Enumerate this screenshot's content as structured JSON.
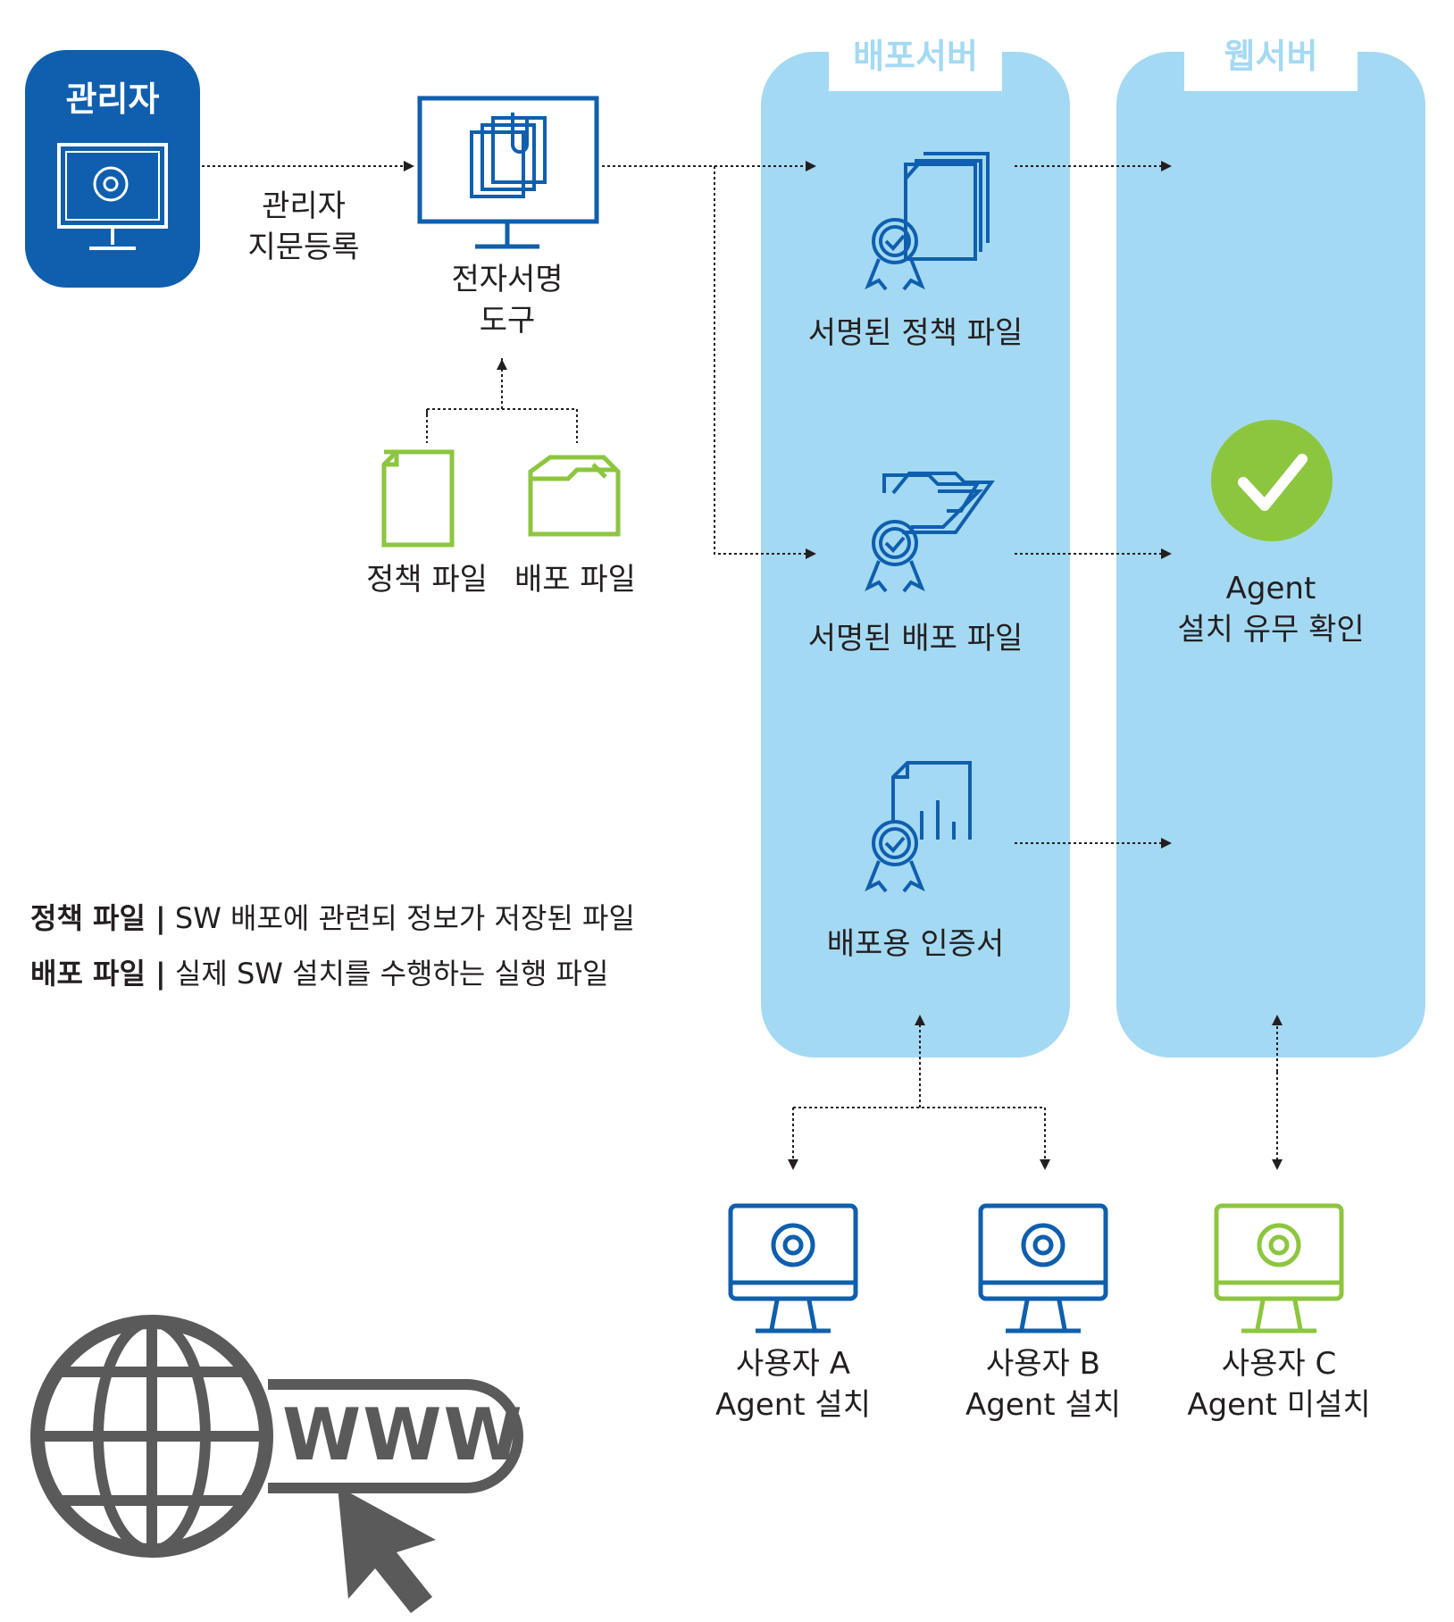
{
  "admin": {
    "title": "관리자",
    "icon": "monitor-gear-icon"
  },
  "edge_label": {
    "line1": "관리자",
    "line2": "지문등록"
  },
  "signing_tool": {
    "line1": "전자서명",
    "line2": "도구",
    "icon": "documents-clip-icon"
  },
  "inputs": [
    {
      "label": "정책 파일",
      "icon": "file-icon"
    },
    {
      "label": "배포 파일",
      "icon": "folder-icon"
    }
  ],
  "deploy_server": {
    "title": "배포서버",
    "items": [
      {
        "label": "서명된 정책 파일",
        "icon": "signed-documents-icon"
      },
      {
        "label": "서명된 배포 파일",
        "icon": "signed-folders-icon"
      },
      {
        "label": "배포용 인증서",
        "icon": "certificate-icon"
      }
    ]
  },
  "web_server": {
    "title": "웹서버",
    "check": {
      "line1": "Agent",
      "line2": "설치 유무 확인",
      "icon": "check-circle-icon"
    }
  },
  "legend": [
    {
      "term": "정책 파일 |",
      "desc": " SW 배포에 관련되 정보가 저장된 파일"
    },
    {
      "term": "배포 파일 |",
      "desc": " 실제 SW 설치를 수행하는 실행 파일"
    }
  ],
  "users": [
    {
      "line1": "사용자 A",
      "line2": "Agent 설치",
      "color": "#0f5fae"
    },
    {
      "line1": "사용자 B",
      "line2": "Agent 설치",
      "color": "#0f5fae"
    },
    {
      "line1": "사용자 C",
      "line2": "Agent 미설치",
      "color": "#8cc63f"
    }
  ],
  "www": {
    "text": "WWW",
    "icon": "globe-icon"
  },
  "colors": {
    "blue": "#0f5fae",
    "green": "#8cc63f",
    "panel": "#a4d9f3",
    "gray": "#5a5a5a"
  }
}
